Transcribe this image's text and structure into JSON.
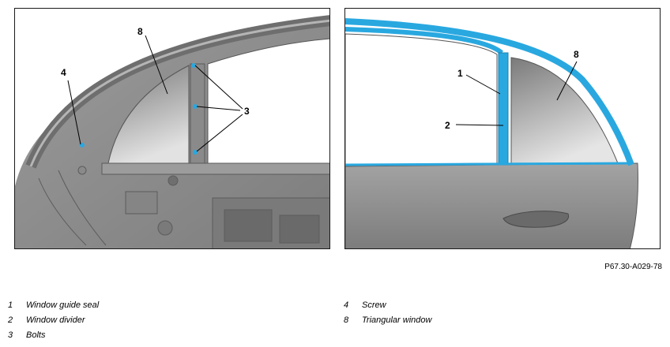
{
  "callouts": {
    "left": {
      "n8": "8",
      "n4": "4",
      "n3": "3"
    },
    "right": {
      "n8": "8",
      "n1": "1",
      "n2": "2"
    }
  },
  "reference_code": "P67.30-A029-78",
  "legend": {
    "column1": [
      {
        "number": "1",
        "label": "Window guide seal"
      },
      {
        "number": "2",
        "label": "Window divider"
      },
      {
        "number": "3",
        "label": "Bolts"
      }
    ],
    "column2": [
      {
        "number": "4",
        "label": "Screw"
      },
      {
        "number": "8",
        "label": "Triangular window"
      }
    ]
  },
  "colors": {
    "highlight": "#29a8e0",
    "door_panel": "#8c8c8c",
    "window_glass": "#bdbdbd"
  }
}
